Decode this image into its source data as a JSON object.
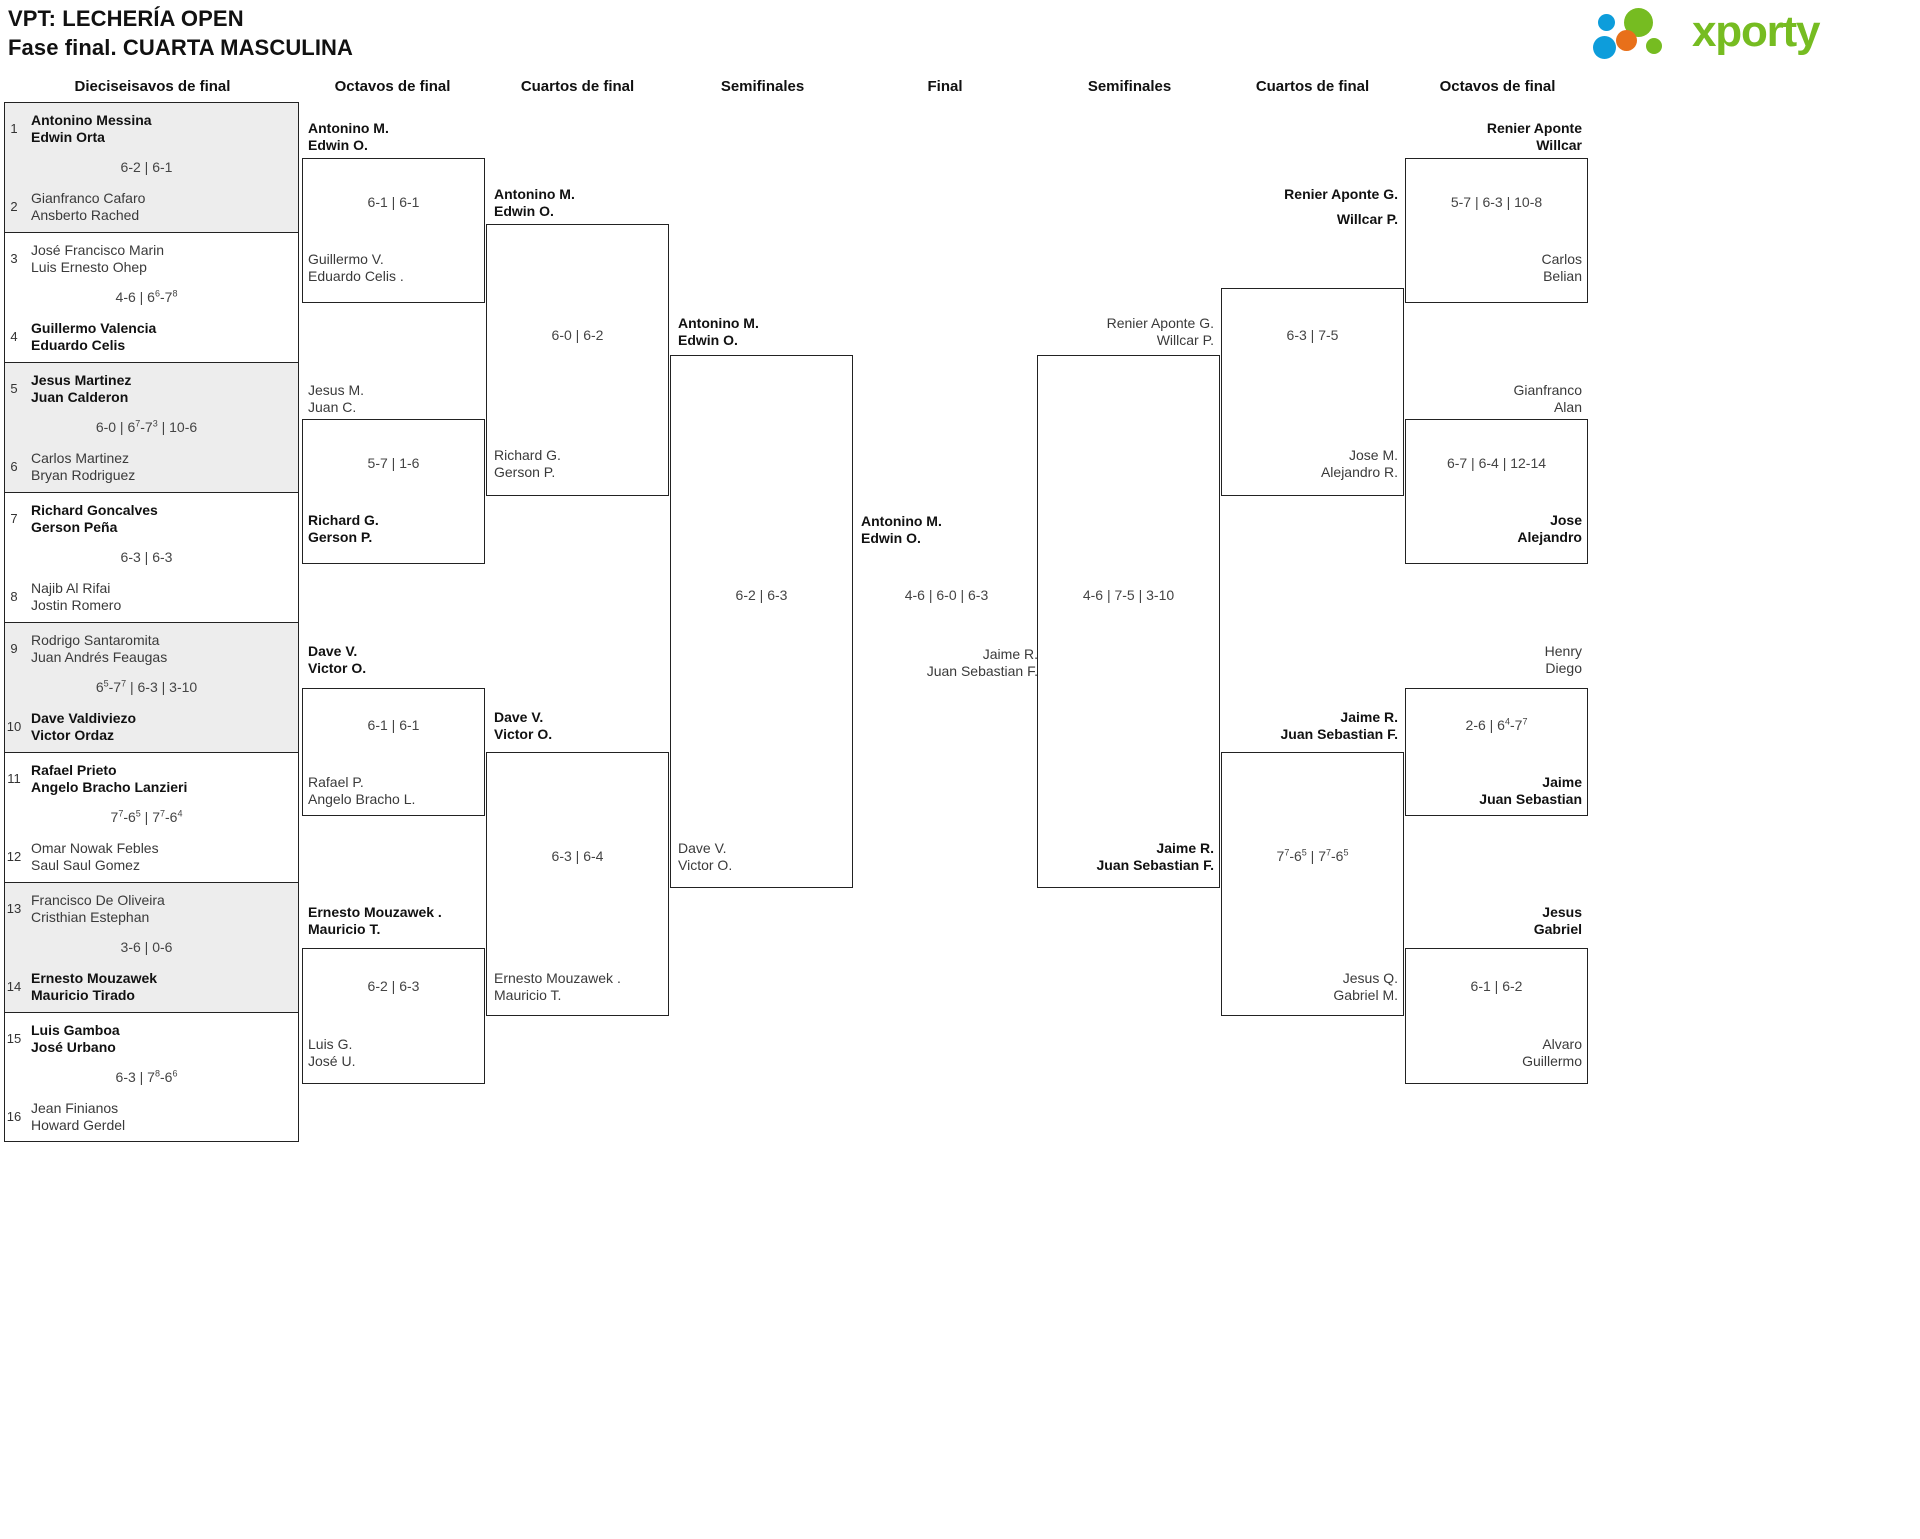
{
  "header": {
    "title_line1": "VPT: LECHERÍA OPEN",
    "title_line2": "Fase final. CUARTA MASCULINA",
    "logo_text": "xporty",
    "logo_colors": {
      "green": "#76bc21",
      "blue": "#0d9ddb",
      "orange": "#e8701a"
    }
  },
  "round_headers": {
    "l1": "Dieciseisavos de final",
    "l2": "Octavos de final",
    "l3": "Cuartos de final",
    "l4": "Semifinales",
    "c": "Final",
    "r4": "Semifinales",
    "r3": "Cuartos de final",
    "r2": "Octavos de final"
  },
  "round1": [
    {
      "seed": "1",
      "p1": "Antonino Messina",
      "p2": "Edwin Orta",
      "winner": true,
      "shaded": true
    },
    {
      "seed": "2",
      "p1": "Gianfranco Cafaro",
      "p2": "Ansberto Rached",
      "winner": false,
      "shaded": true,
      "score": "6-2 | 6-1"
    },
    {
      "seed": "3",
      "p1": "José Francisco Marin",
      "p2": "Luis Ernesto Ohep",
      "winner": false,
      "shaded": false
    },
    {
      "seed": "4",
      "p1": "Guillermo Valencia",
      "p2": "Eduardo Celis",
      "winner": true,
      "shaded": false,
      "score": "4-6 | 6<sup>6</sup>-7<sup>8</sup>"
    },
    {
      "seed": "5",
      "p1": "Jesus Martinez",
      "p2": "Juan Calderon",
      "winner": true,
      "shaded": true
    },
    {
      "seed": "6",
      "p1": "Carlos Martinez",
      "p2": "Bryan Rodriguez",
      "winner": false,
      "shaded": true,
      "score": "6-0 | 6<sup>7</sup>-7<sup>3</sup> | 10-6"
    },
    {
      "seed": "7",
      "p1": "Richard Goncalves",
      "p2": "Gerson Peña",
      "winner": true,
      "shaded": false
    },
    {
      "seed": "8",
      "p1": "Najib Al Rifai",
      "p2": "Jostin Romero",
      "winner": false,
      "shaded": false,
      "score": "6-3 | 6-3"
    },
    {
      "seed": "9",
      "p1": "Rodrigo Santaromita",
      "p2": "Juan Andrés Feaugas",
      "winner": false,
      "shaded": true
    },
    {
      "seed": "10",
      "p1": "Dave Valdiviezo",
      "p2": "Victor Ordaz",
      "winner": true,
      "shaded": true,
      "score": "6<sup>5</sup>-7<sup>7</sup> | 6-3 | 3-10"
    },
    {
      "seed": "11",
      "p1": "Rafael Prieto",
      "p2": "Angelo Bracho Lanzieri",
      "winner": true,
      "shaded": false
    },
    {
      "seed": "12",
      "p1": "Omar Nowak Febles",
      "p2": "Saul Saul Gomez",
      "winner": false,
      "shaded": false,
      "score": "7<sup>7</sup>-6<sup>5</sup> | 7<sup>7</sup>-6<sup>4</sup>"
    },
    {
      "seed": "13",
      "p1": "Francisco De Oliveira",
      "p2": "Cristhian Estephan",
      "winner": false,
      "shaded": true
    },
    {
      "seed": "14",
      "p1": "Ernesto Mouzawek",
      "p2": "Mauricio Tirado",
      "winner": true,
      "shaded": true,
      "score": "3-6 | 0-6"
    },
    {
      "seed": "15",
      "p1": "Luis Gamboa",
      "p2": "José Urbano",
      "winner": true,
      "shaded": false
    },
    {
      "seed": "16",
      "p1": "Jean Finianos",
      "p2": "Howard Gerdel",
      "winner": false,
      "shaded": false,
      "score": "6-3 | 7<sup>8</sup>-6<sup>6</sup>"
    }
  ],
  "left_r2": {
    "m1_top": {
      "p1": "Antonino M.",
      "p2": "Edwin O.",
      "winner": true
    },
    "m1_bottom": {
      "p1": "Guillermo V.",
      "p2": "Eduardo Celis .",
      "winner": false
    },
    "m1_score": "6-1 | 6-1",
    "m2_top": {
      "p1": "Jesus M.",
      "p2": "Juan C.",
      "winner": false
    },
    "m2_bottom": {
      "p1": "Richard G.",
      "p2": "Gerson P.",
      "winner": true
    },
    "m2_score": "5-7 | 1-6",
    "m3_top": {
      "p1": "Dave V.",
      "p2": "Victor O.",
      "winner": true
    },
    "m3_bottom": {
      "p1": "Rafael P.",
      "p2": "Angelo Bracho L.",
      "winner": false
    },
    "m3_score": "6-1 | 6-1",
    "m4_top": {
      "p1": "Ernesto Mouzawek .",
      "p2": "Mauricio T.",
      "winner": true
    },
    "m4_bottom": {
      "p1": "Luis G.",
      "p2": "José U.",
      "winner": false
    },
    "m4_score": "6-2 | 6-3"
  },
  "left_r3": {
    "m1_top": {
      "p1": "Antonino M.",
      "p2": "Edwin O.",
      "winner": true
    },
    "m1_bottom": {
      "p1": "Richard G.",
      "p2": "Gerson P.",
      "winner": false
    },
    "m1_score": "6-0 | 6-2",
    "m2_top": {
      "p1": "Dave V.",
      "p2": "Victor O.",
      "winner": true
    },
    "m2_bottom": {
      "p1": "Ernesto Mouzawek .",
      "p2": "Mauricio T.",
      "winner": false
    },
    "m2_score": "6-3 | 6-4"
  },
  "left_r4": {
    "m_top": {
      "p1": "Antonino M.",
      "p2": "Edwin O.",
      "winner": true
    },
    "m_bottom": {
      "p1": "Dave V.",
      "p2": "Victor O.",
      "winner": false
    },
    "m_score": "6-2 | 6-3"
  },
  "final": {
    "top": {
      "p1": "Antonino M.",
      "p2": "Edwin O.",
      "winner": true
    },
    "bottom": {
      "p1": "Jaime R.",
      "p2": "Juan Sebastian F.",
      "winner": false
    },
    "score": "4-6 | 6-0 | 6-3"
  },
  "right_r4": {
    "m_top": {
      "p1": "Renier Aponte G.",
      "p2": "Willcar P.",
      "winner": false
    },
    "m_bottom": {
      "p1": "Jaime R.",
      "p2": "Juan Sebastian F.",
      "winner": true
    },
    "m_score": "4-6 | 7-5 | 3-10"
  },
  "right_r3": {
    "m1_top": {
      "p1": "Renier Aponte G.",
      "p2": "Willcar P.",
      "winner": true
    },
    "m1_bottom": {
      "p1": "Jose M.",
      "p2": "Alejandro R.",
      "winner": false
    },
    "m1_score": "6-3 | 7-5",
    "m2_top": {
      "p1": "Jaime R.",
      "p2": "Juan Sebastian F.",
      "winner": true
    },
    "m2_bottom": {
      "p1": "Jesus Q.",
      "p2": "Gabriel M.",
      "winner": false
    },
    "m2_score": "7<sup>7</sup>-6<sup>5</sup> | 7<sup>7</sup>-6<sup>5</sup>"
  },
  "right_r2": {
    "m1_top": {
      "p1": "Renier Aponte",
      "p2": "Willcar",
      "winner": true
    },
    "m1_bottom": {
      "p1": "Carlos",
      "p2": "Belian",
      "winner": false
    },
    "m1_score": "5-7 | 6-3 | 10-8",
    "m2_top": {
      "p1": "Gianfranco",
      "p2": "Alan",
      "winner": false
    },
    "m2_bottom": {
      "p1": "Jose",
      "p2": "Alejandro",
      "winner": true
    },
    "m2_score": "6-7 | 6-4 | 12-14",
    "m3_top": {
      "p1": "Henry",
      "p2": "Diego",
      "winner": false
    },
    "m3_bottom": {
      "p1": "Jaime",
      "p2": "Juan Sebastian",
      "winner": true
    },
    "m3_score": "2-6 | 6<sup>4</sup>-7<sup>7</sup>",
    "m4_top": {
      "p1": "Jesus",
      "p2": "Gabriel",
      "winner": true
    },
    "m4_bottom": {
      "p1": "Alvaro",
      "p2": "Guillermo",
      "winner": false
    },
    "m4_score": "6-1 | 6-2"
  }
}
